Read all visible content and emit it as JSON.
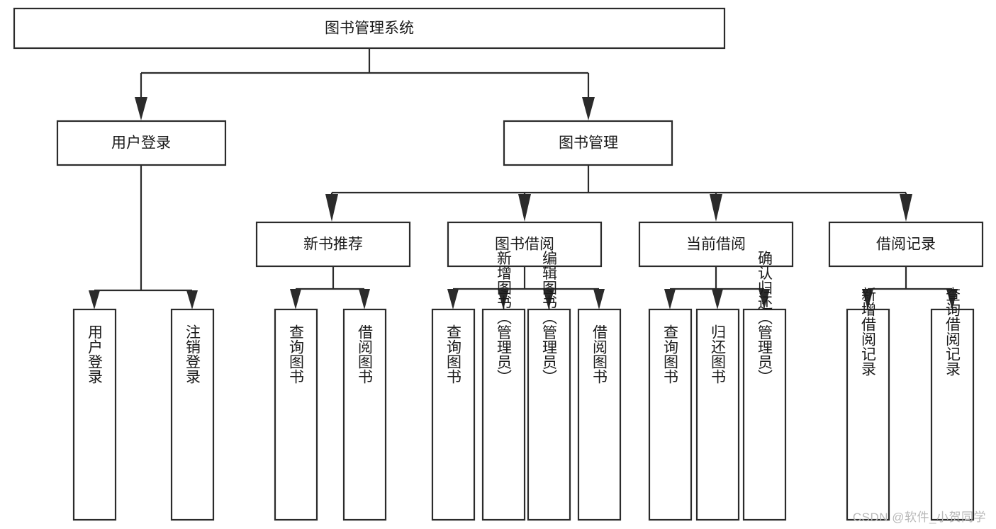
{
  "diagram": {
    "type": "tree",
    "title": "图书管理系统",
    "orientation": "top-down",
    "colors": {
      "box_fill": "#ffffff",
      "box_stroke": "#2b2b2b",
      "connector": "#2b2b2b",
      "label": "#1a1a1a",
      "watermark": "#b8b8b8",
      "background": "#ffffff"
    },
    "root": {
      "id": "root",
      "label": "图书管理系统",
      "text_orientation": "horizontal"
    },
    "level2": [
      {
        "id": "user-login",
        "label": "用户登录",
        "text_orientation": "horizontal"
      },
      {
        "id": "book-manage",
        "label": "图书管理",
        "text_orientation": "horizontal"
      }
    ],
    "level3": [
      {
        "id": "new-book-recommend",
        "label": "新书推荐",
        "parent": "book-manage",
        "text_orientation": "horizontal"
      },
      {
        "id": "book-borrow",
        "label": "图书借阅",
        "parent": "book-manage",
        "text_orientation": "horizontal"
      },
      {
        "id": "current-borrow",
        "label": "当前借阅",
        "parent": "book-manage",
        "text_orientation": "horizontal"
      },
      {
        "id": "borrow-record",
        "label": "借阅记录",
        "parent": "book-manage",
        "text_orientation": "horizontal"
      }
    ],
    "leaves": [
      {
        "id": "leaf-user-login",
        "label": "用户登录",
        "parent": "user-login",
        "text_orientation": "vertical"
      },
      {
        "id": "leaf-user-logout",
        "label": "注销登录",
        "parent": "user-login",
        "text_orientation": "vertical"
      },
      {
        "id": "leaf-query-book-1",
        "label": "查询图书",
        "parent": "new-book-recommend",
        "text_orientation": "vertical"
      },
      {
        "id": "leaf-borrow-book-1",
        "label": "借阅图书",
        "parent": "new-book-recommend",
        "text_orientation": "vertical"
      },
      {
        "id": "leaf-query-book-2",
        "label": "查询图书",
        "parent": "book-borrow",
        "text_orientation": "vertical"
      },
      {
        "id": "leaf-add-book",
        "label": "新增图书（管理员）",
        "parent": "book-borrow",
        "text_orientation": "vertical"
      },
      {
        "id": "leaf-edit-book",
        "label": "编辑图书（管理员）",
        "parent": "book-borrow",
        "text_orientation": "vertical"
      },
      {
        "id": "leaf-borrow-book-2",
        "label": "借阅图书",
        "parent": "book-borrow",
        "text_orientation": "vertical"
      },
      {
        "id": "leaf-query-book-3",
        "label": "查询图书",
        "parent": "current-borrow",
        "text_orientation": "vertical"
      },
      {
        "id": "leaf-return-book",
        "label": "归还图书",
        "parent": "current-borrow",
        "text_orientation": "vertical"
      },
      {
        "id": "leaf-confirm-return",
        "label": "确认归还（管理员）",
        "parent": "current-borrow",
        "text_orientation": "vertical"
      },
      {
        "id": "leaf-add-record",
        "label": "新增借阅记录",
        "parent": "borrow-record",
        "text_orientation": "vertical"
      },
      {
        "id": "leaf-query-record",
        "label": "查询借阅记录",
        "parent": "borrow-record",
        "text_orientation": "vertical"
      }
    ]
  },
  "watermark": {
    "text": "CSDN @软件_小贺同学"
  }
}
